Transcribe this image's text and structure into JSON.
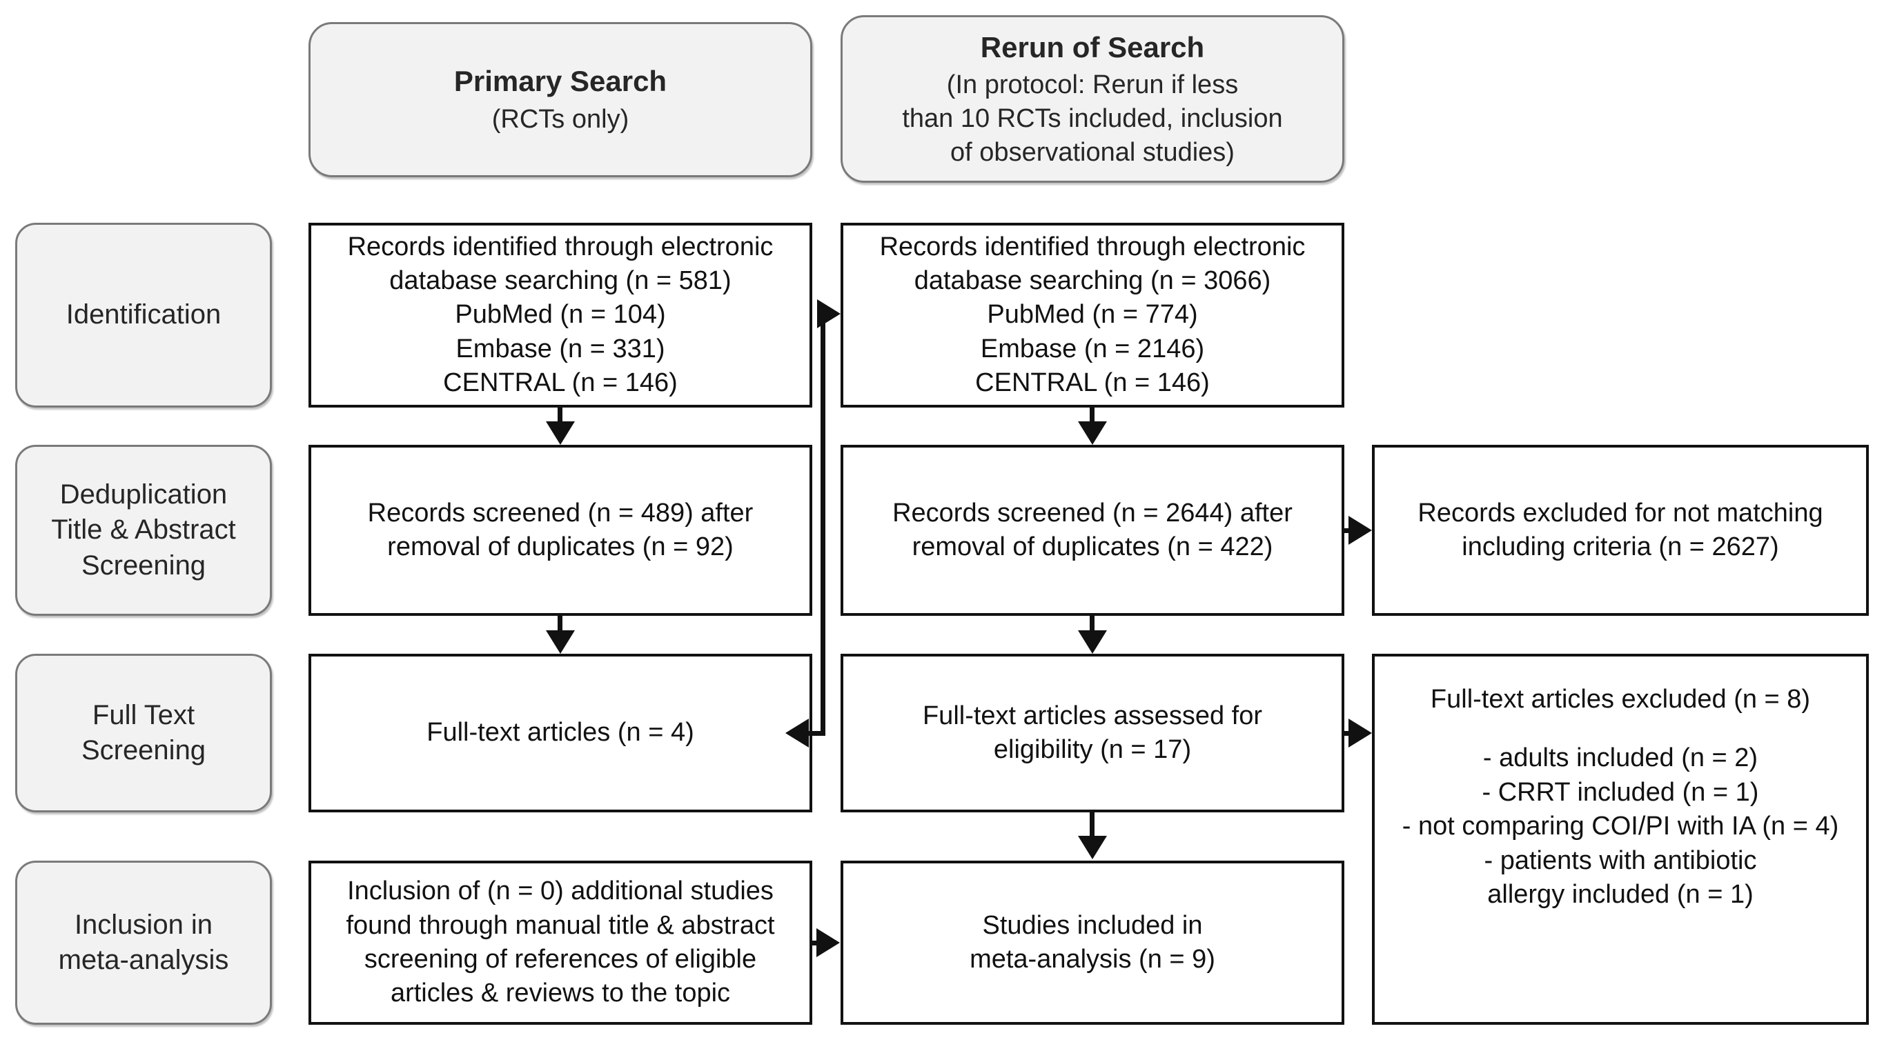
{
  "diagram": {
    "type": "prisma-flow-diagram",
    "headers": [
      {
        "title": "Primary Search",
        "subtitle": "(RCTs only)"
      },
      {
        "title": "Rerun of Search",
        "subtitle_line1": "(In protocol: Rerun if less",
        "subtitle_line2": "than 10 RCTs included, inclusion",
        "subtitle_line3": "of observational studies)"
      }
    ],
    "stages": [
      {
        "label": "Identification"
      },
      {
        "label_line1": "Deduplication",
        "label_line2": "Title & Abstract",
        "label_line3": "Screening"
      },
      {
        "label_line1": "Full Text",
        "label_line2": "Screening"
      },
      {
        "label_line1": "Inclusion in",
        "label_line2": "meta-analysis"
      }
    ],
    "boxes": {
      "primary_identification": {
        "line1": "Records identified through electronic",
        "line2": "database searching (n = 581)",
        "line3": "PubMed (n = 104)",
        "line4": "Embase (n = 331)",
        "line5": "CENTRAL (n = 146)"
      },
      "rerun_identification": {
        "line1": "Records identified through electronic",
        "line2": "database searching (n = 3066)",
        "line3": "PubMed (n = 774)",
        "line4": "Embase (n = 2146)",
        "line5": "CENTRAL (n = 146)"
      },
      "primary_screened": {
        "line1": "Records screened (n = 489) after",
        "line2": "removal of duplicates (n = 92)"
      },
      "rerun_screened": {
        "line1": "Records screened (n = 2644) after",
        "line2": "removal of duplicates (n = 422)"
      },
      "records_excluded": {
        "line1": "Records excluded for not matching",
        "line2": "including criteria  (n = 2627)"
      },
      "primary_fulltext": {
        "line1": "Full-text articles  (n = 4)"
      },
      "rerun_fulltext": {
        "line1": "Full-text articles assessed for",
        "line2": "eligibility (n = 17)"
      },
      "fulltext_excluded": {
        "line1": "Full-text articles excluded (n = 8)",
        "line2": "- adults included (n = 2)",
        "line3": "- CRRT included (n = 1)",
        "line4": "- not comparing COI/PI with IA (n = 4)",
        "line5": "- patients with antibiotic",
        "line6": "allergy included (n = 1)"
      },
      "manual_inclusion": {
        "line1": "Inclusion of (n = 0) additional studies",
        "line2": "found through manual title & abstract",
        "line3": "screening of references of eligible",
        "line4": "articles & reviews to the topic"
      },
      "studies_included": {
        "line1": "Studies included in",
        "line2": "meta-analysis (n = 9)"
      }
    },
    "colors": {
      "box_border": "#111111",
      "box_fill": "#ffffff",
      "capsule_fill": "#f2f2f2",
      "capsule_border": "#7a7a7a",
      "connector": "#111111",
      "text": "#111111"
    }
  }
}
